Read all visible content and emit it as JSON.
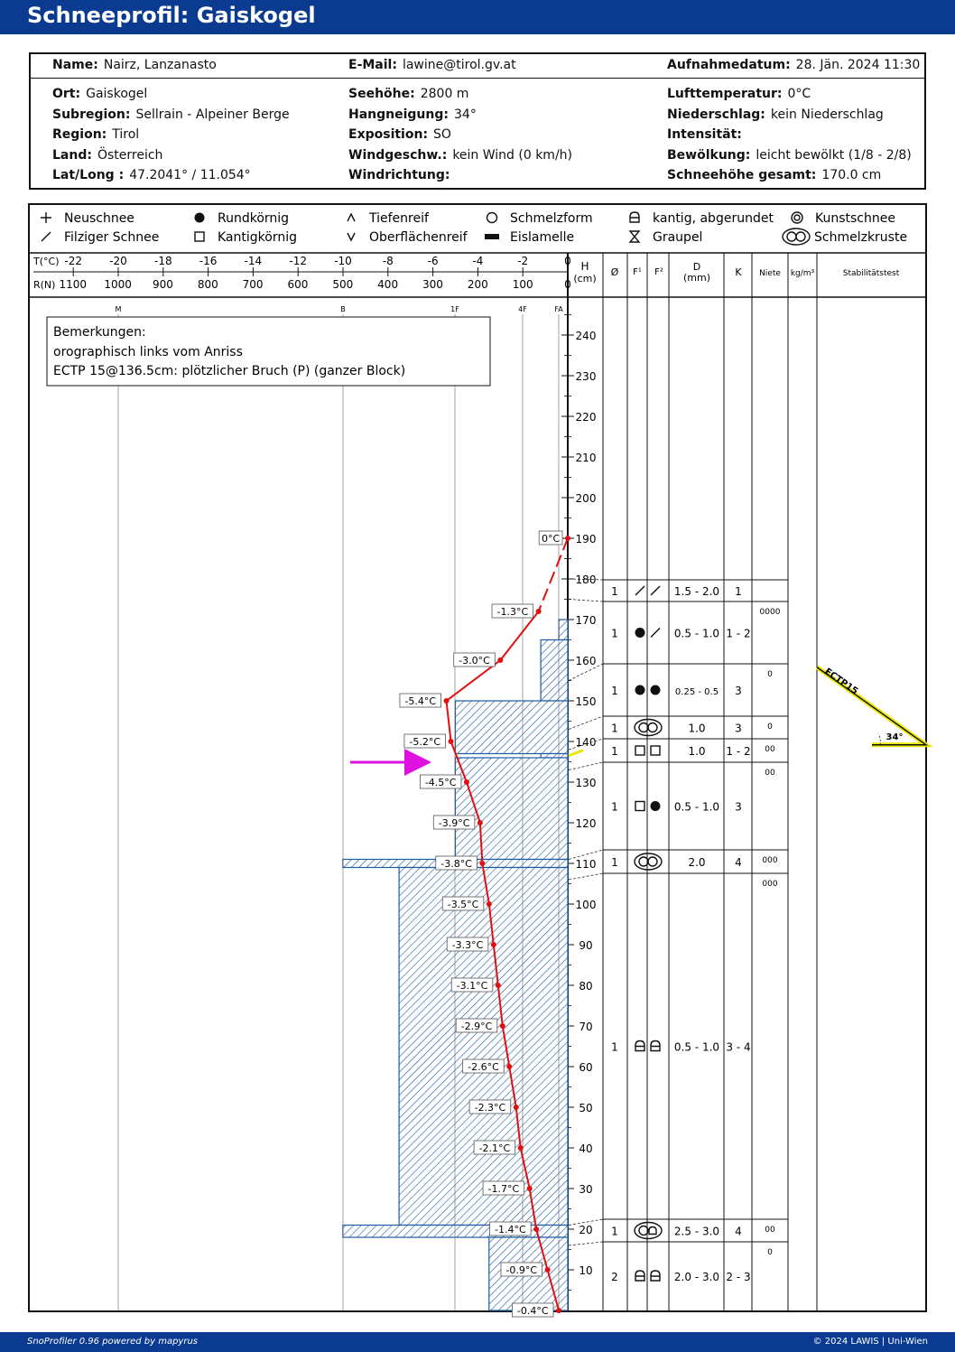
{
  "title": "Schneeprofil: Gaiskogel",
  "meta": {
    "name_label": "Name:",
    "name": "Nairz, Lanzanasto",
    "email_label": "E-Mail:",
    "email": "lawine@tirol.gv.at",
    "date_label": "Aufnahmedatum:",
    "date": "28. Jän. 2024 11:30"
  },
  "site": {
    "col1": [
      {
        "label": "Ort:",
        "value": "Gaiskogel"
      },
      {
        "label": "Subregion:",
        "value": "Sellrain - Alpeiner Berge"
      },
      {
        "label": "Region:",
        "value": "Tirol"
      },
      {
        "label": "Land:",
        "value": "Österreich"
      },
      {
        "label": "Lat/Long :",
        "value": "47.2041° / 11.054°"
      }
    ],
    "col2": [
      {
        "label": "Seehöhe:",
        "value": "2800 m"
      },
      {
        "label": "Hangneigung:",
        "value": "34°"
      },
      {
        "label": "Exposition:",
        "value": "SO"
      },
      {
        "label": "Windgeschw.:",
        "value": "kein Wind (0 km/h)"
      },
      {
        "label": "Windrichtung:",
        "value": ""
      }
    ],
    "col3": [
      {
        "label": "Lufttemperatur:",
        "value": "0°C"
      },
      {
        "label": "Niederschlag:",
        "value": "kein Niederschlag"
      },
      {
        "label": "Intensität:",
        "value": ""
      },
      {
        "label": "Bewölkung:",
        "value": "leicht bewölkt (1/8 - 2/8)"
      },
      {
        "label": "Schneehöhe gesamt:",
        "value": "170.0 cm"
      }
    ]
  },
  "legend": [
    {
      "symbol": "plus",
      "label": "Neuschnee"
    },
    {
      "symbol": "filled-circle",
      "label": "Rundkörnig"
    },
    {
      "symbol": "caret-up",
      "label": "Tiefenreif"
    },
    {
      "symbol": "open-circle",
      "label": "Schmelzform"
    },
    {
      "symbol": "rounded-square",
      "label": "kantig, abgerundet"
    },
    {
      "symbol": "double-circle",
      "label": "Kunstschnee"
    },
    {
      "symbol": "slash",
      "label": "Filziger Schnee"
    },
    {
      "symbol": "open-square",
      "label": "Kantigkörnig"
    },
    {
      "symbol": "caret-down",
      "label": "Oberflächenreif"
    },
    {
      "symbol": "bar",
      "label": "Eislamelle"
    },
    {
      "symbol": "hourglass",
      "label": "Graupel"
    },
    {
      "symbol": "linked-circles",
      "label": "Schmelzkruste"
    }
  ],
  "axes": {
    "t_label": "T(°C)",
    "t_ticks": [
      "-22",
      "-20",
      "-18",
      "-16",
      "-14",
      "-12",
      "-10",
      "-8",
      "-6",
      "-4",
      "-2",
      "0"
    ],
    "r_label": "R(N)",
    "r_ticks": [
      "1100",
      "1000",
      "900",
      "800",
      "700",
      "600",
      "500",
      "400",
      "300",
      "200",
      "100",
      "0"
    ],
    "h_label": "H",
    "h_unit": "(cm)",
    "hardness_labels": [
      "M",
      "B",
      "1F",
      "4F",
      "FA"
    ],
    "h_ticks": [
      "240",
      "230",
      "220",
      "210",
      "200",
      "190",
      "180",
      "170",
      "160",
      "150",
      "140",
      "130",
      "120",
      "110",
      "100",
      "90",
      "80",
      "70",
      "60",
      "50",
      "40",
      "30",
      "20",
      "10"
    ]
  },
  "table_headers": {
    "theta": "Ø",
    "f1": "F¹",
    "f2": "F²",
    "d": "D",
    "d_unit": "(mm)",
    "k": "K",
    "niete": "Niete",
    "density": "kg/m³",
    "stability": "Stabilitätstest"
  },
  "remarks": {
    "title": "Bemerkungen:",
    "lines": [
      "orographisch links vom Anriss",
      "ECTP 15@136.5cm: plötzlicher Bruch (P) (ganzer Block)"
    ]
  },
  "chart_data": {
    "type": "line",
    "title": "",
    "xlabel": "T(°C)",
    "ylabel": "H (cm)",
    "xlim": [
      -22,
      0
    ],
    "ylim": [
      0,
      250
    ],
    "temperature_profile": [
      {
        "h": 190,
        "t": 0.0,
        "label": "0°C"
      },
      {
        "h": 172,
        "t": -1.3,
        "label": "-1.3°C"
      },
      {
        "h": 160,
        "t": -3.0,
        "label": "-3.0°C"
      },
      {
        "h": 150,
        "t": -5.4,
        "label": "-5.4°C"
      },
      {
        "h": 140,
        "t": -5.2,
        "label": "-5.2°C"
      },
      {
        "h": 130,
        "t": -4.5,
        "label": "-4.5°C"
      },
      {
        "h": 120,
        "t": -3.9,
        "label": "-3.9°C"
      },
      {
        "h": 110,
        "t": -3.8,
        "label": "-3.8°C"
      },
      {
        "h": 100,
        "t": -3.5,
        "label": "-3.5°C"
      },
      {
        "h": 90,
        "t": -3.3,
        "label": "-3.3°C"
      },
      {
        "h": 80,
        "t": -3.1,
        "label": "-3.1°C"
      },
      {
        "h": 70,
        "t": -2.9,
        "label": "-2.9°C"
      },
      {
        "h": 60,
        "t": -2.6,
        "label": "-2.6°C"
      },
      {
        "h": 50,
        "t": -2.3,
        "label": "-2.3°C"
      },
      {
        "h": 40,
        "t": -2.1,
        "label": "-2.1°C"
      },
      {
        "h": 30,
        "t": -1.7,
        "label": "-1.7°C"
      },
      {
        "h": 20,
        "t": -1.4,
        "label": "-1.4°C"
      },
      {
        "h": 10,
        "t": -0.9,
        "label": "-0.9°C"
      },
      {
        "h": 0,
        "t": -0.4,
        "label": "-0.4°C"
      }
    ],
    "hardness_profile": [
      {
        "top": 170,
        "bottom": 165,
        "resistance": 20
      },
      {
        "top": 165,
        "bottom": 150,
        "resistance": 60
      },
      {
        "top": 150,
        "bottom": 137,
        "resistance": 250
      },
      {
        "top": 137,
        "bottom": 136,
        "resistance": 60
      },
      {
        "top": 136,
        "bottom": 111,
        "resistance": 250
      },
      {
        "top": 111,
        "bottom": 109,
        "resistance": 500
      },
      {
        "top": 109,
        "bottom": 21,
        "resistance": 375
      },
      {
        "top": 21,
        "bottom": 18,
        "resistance": 500
      },
      {
        "top": 18,
        "bottom": 0,
        "resistance": 175
      }
    ]
  },
  "layers": [
    {
      "top": 180,
      "bottom": 175,
      "theta": "1",
      "f1": "slash",
      "f2": "slash",
      "d": "1.5 - 2.0",
      "k": "1",
      "niete": ""
    },
    {
      "top": 175,
      "bottom": 155,
      "theta": "1",
      "f1": "filled-circle",
      "f2": "slash",
      "d": "0.5 - 1.0",
      "k": "1 - 2",
      "niete": "0000"
    },
    {
      "top": 155,
      "bottom": 143,
      "theta": "1",
      "f1": "filled-circle",
      "f2": "filled-circle",
      "d": "0.25 - 0.5",
      "k": "3",
      "niete": "0"
    },
    {
      "top": 143,
      "bottom": 138,
      "theta": "1",
      "f1": "linked-circles",
      "f2": "",
      "d": "1.0",
      "k": "3",
      "niete": "0"
    },
    {
      "top": 138,
      "bottom": 133,
      "theta": "1",
      "f1": "open-square",
      "f2": "open-square",
      "d": "1.0",
      "k": "1 - 2",
      "niete": "00"
    },
    {
      "top": 133,
      "bottom": 111,
      "theta": "1",
      "f1": "open-square",
      "f2": "filled-circle",
      "d": "0.5 - 1.0",
      "k": "3",
      "niete": "00"
    },
    {
      "top": 111,
      "bottom": 106,
      "theta": "1",
      "f1": "linked-circles",
      "f2": "",
      "d": "2.0",
      "k": "4",
      "niete": "000"
    },
    {
      "top": 106,
      "bottom": 21,
      "theta": "1",
      "f1": "rounded-square",
      "f2": "rounded-square",
      "d": "0.5 - 1.0",
      "k": "3 - 4",
      "niete": "000"
    },
    {
      "top": 21,
      "bottom": 16,
      "theta": "1",
      "f1": "linked-circles-b",
      "f2": "",
      "d": "2.5 - 3.0",
      "k": "4",
      "niete": "00"
    },
    {
      "top": 16,
      "bottom": 0,
      "theta": "2",
      "f1": "rounded-square",
      "f2": "rounded-square",
      "d": "2.0 - 3.0",
      "k": "2 - 3",
      "niete": "0"
    }
  ],
  "stability_test": {
    "label": "ECTP15",
    "angle": "34°",
    "height": 136.5
  },
  "footer": {
    "left": "SnoProfiler 0.96 powered by mapyrus",
    "right": "© 2024 LAWIS | Uni-Wien"
  }
}
